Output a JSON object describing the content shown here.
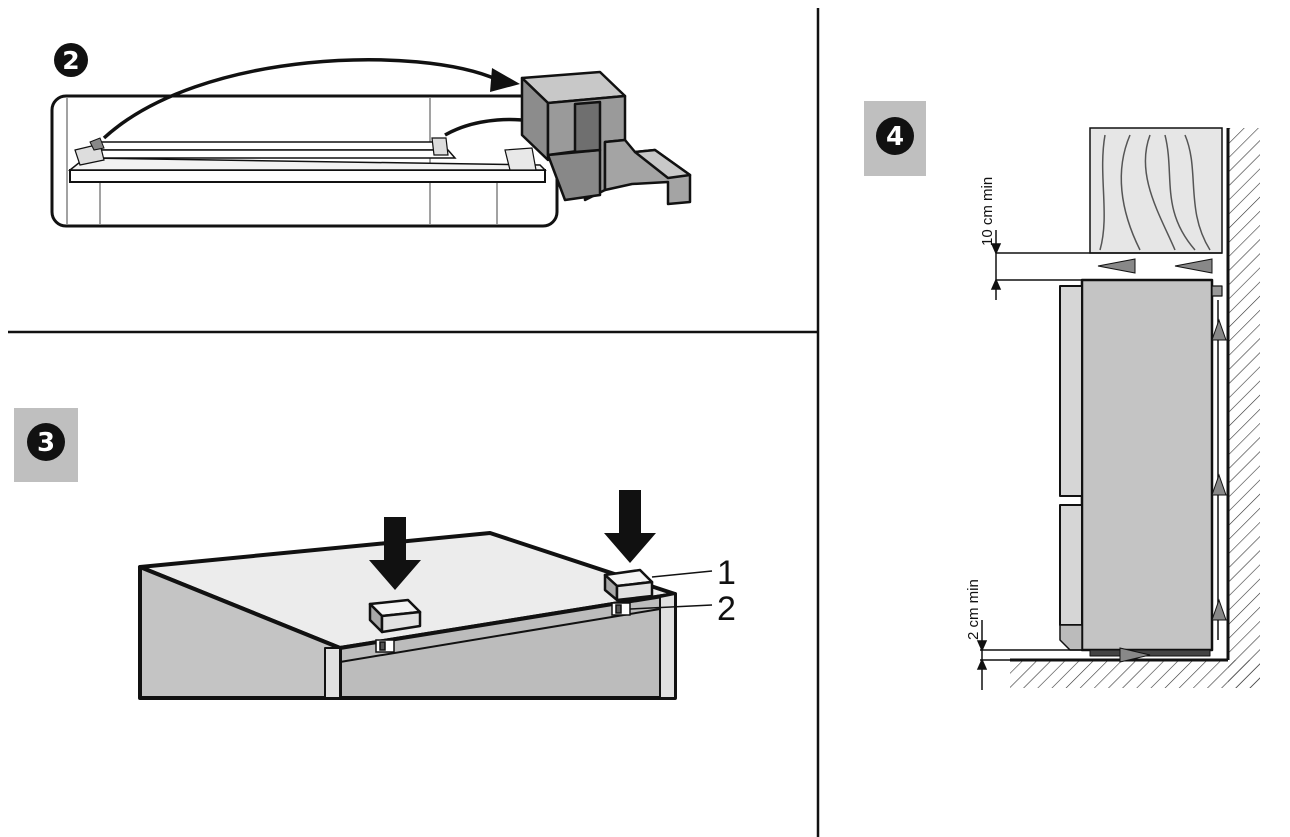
{
  "steps": {
    "step2": {
      "number": "2"
    },
    "step3": {
      "number": "3",
      "callouts": [
        {
          "id": "spacer",
          "label": "1"
        },
        {
          "id": "slot",
          "label": "2"
        }
      ]
    },
    "step4": {
      "number": "4",
      "clearance_top": "10 cm min",
      "clearance_bottom": "2 cm min"
    }
  },
  "colors": {
    "line": "#111111",
    "part_fill": "#9a9a9a",
    "appliance_fill": "#c4c4c4",
    "badge_bg": "#bfbfbf",
    "wood": "#e6e6e6"
  }
}
